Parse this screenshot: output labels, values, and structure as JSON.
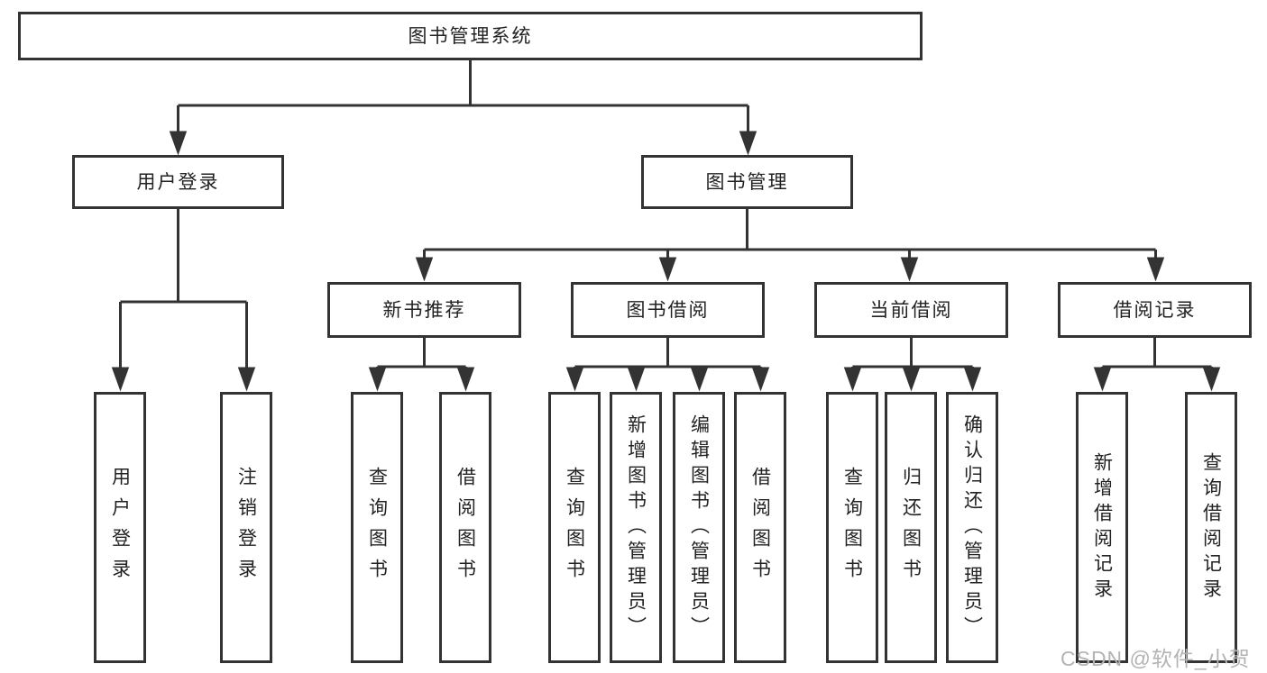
{
  "diagram": {
    "title": "图书管理系统",
    "branches": [
      {
        "label": "用户登录",
        "children": [
          "用户登录",
          "注销登录"
        ]
      },
      {
        "label": "图书管理",
        "children": [
          {
            "label": "新书推荐",
            "children": [
              "查询图书",
              "借阅图书"
            ]
          },
          {
            "label": "图书借阅",
            "children": [
              "查询图书",
              "新增图书（管理员）",
              "编辑图书（管理员）",
              "借阅图书"
            ]
          },
          {
            "label": "当前借阅",
            "children": [
              "查询图书",
              "归还图书",
              "确认归还（管理员）"
            ]
          },
          {
            "label": "借阅记录",
            "children": [
              "新增借阅记录",
              "查询借阅记录"
            ]
          }
        ]
      }
    ]
  },
  "watermark": "CSDN @软件_小贺同学",
  "colors": {
    "line": "#333333",
    "box_border": "#333333",
    "text": "#222222",
    "watermark": "#b3b3b3",
    "background": "#ffffff"
  }
}
